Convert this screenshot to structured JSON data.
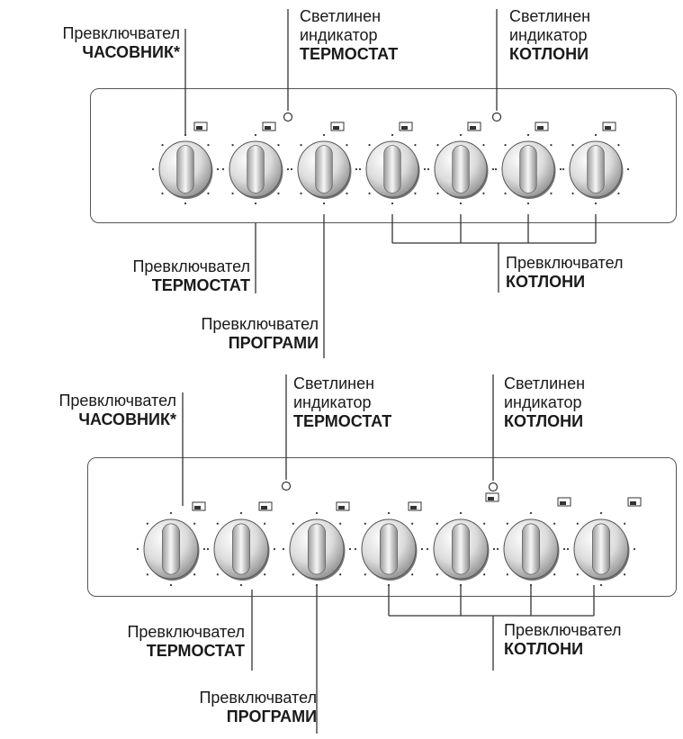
{
  "diagrams": [
    {
      "id": "top",
      "labels": {
        "clock": {
          "line1": "Превключвател",
          "line2": "ЧАСОВНИК*"
        },
        "thermostat_light": {
          "line1": "Светлинен",
          "line2": "индикатор",
          "line3": "ТЕРМОСТАТ"
        },
        "hotplate_light": {
          "line1": "Светлинен",
          "line2": "индикатор",
          "line3": "КОТЛОНИ"
        },
        "thermostat_switch": {
          "line1": "Превключвател",
          "line2": "ТЕРМОСТАТ"
        },
        "programs_switch": {
          "line1": "Превключвател",
          "line2": "ПРОГРАМИ"
        },
        "hotplate_switch": {
          "line1": "Превключвател",
          "line2": "КОТЛОНИ"
        }
      }
    },
    {
      "id": "bottom",
      "labels": {
        "clock": {
          "line1": "Превключвател",
          "line2": "ЧАСОВНИК*"
        },
        "thermostat_light": {
          "line1": "Светлинен",
          "line2": "индикатор",
          "line3": "ТЕРМОСТАТ"
        },
        "hotplate_light": {
          "line1": "Светлинен",
          "line2": "индикатор",
          "line3": "КОТЛОНИ"
        },
        "thermostat_switch": {
          "line1": "Превключвател",
          "line2": "ТЕРМОСТАТ"
        },
        "programs_switch": {
          "line1": "Превключвател",
          "line2": "ПРОГРАМИ"
        },
        "hotplate_switch": {
          "line1": "Превключвател",
          "line2": "КОТЛОНИ"
        }
      }
    }
  ],
  "colors": {
    "line": "#333333",
    "knob_light": "#f2f2f2",
    "knob_dark": "#8a8a8a",
    "panel_border": "#555555"
  }
}
